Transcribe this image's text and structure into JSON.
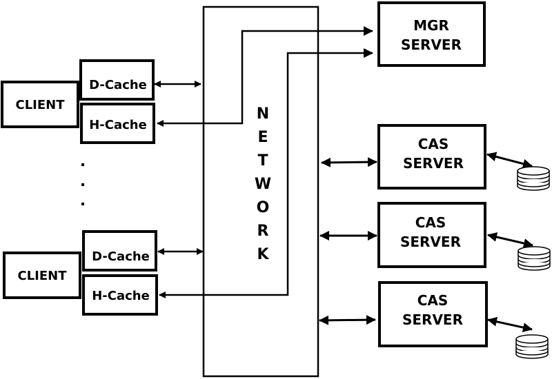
{
  "diagram": {
    "network": {
      "label_letters": [
        "N",
        "E",
        "T",
        "W",
        "O",
        "R",
        "K"
      ]
    },
    "clients": [
      {
        "label": "CLIENT",
        "d_cache": "D-Cache",
        "h_cache": "H-Cache"
      },
      {
        "label": "CLIENT",
        "d_cache": "D-Cache",
        "h_cache": "H-Cache"
      }
    ],
    "ellipsis": ".\n.\n.",
    "mgr_server": {
      "line1": "MGR",
      "line2": "SERVER"
    },
    "cas_servers": [
      {
        "line1": "CAS",
        "line2": "SERVER",
        "storage_icon": "database-icon"
      },
      {
        "line1": "CAS",
        "line2": "SERVER",
        "storage_icon": "database-icon"
      },
      {
        "line1": "CAS",
        "line2": "SERVER",
        "storage_icon": "database-icon"
      }
    ],
    "colors": {
      "stroke": "#000000",
      "background": "#ffffff"
    }
  }
}
